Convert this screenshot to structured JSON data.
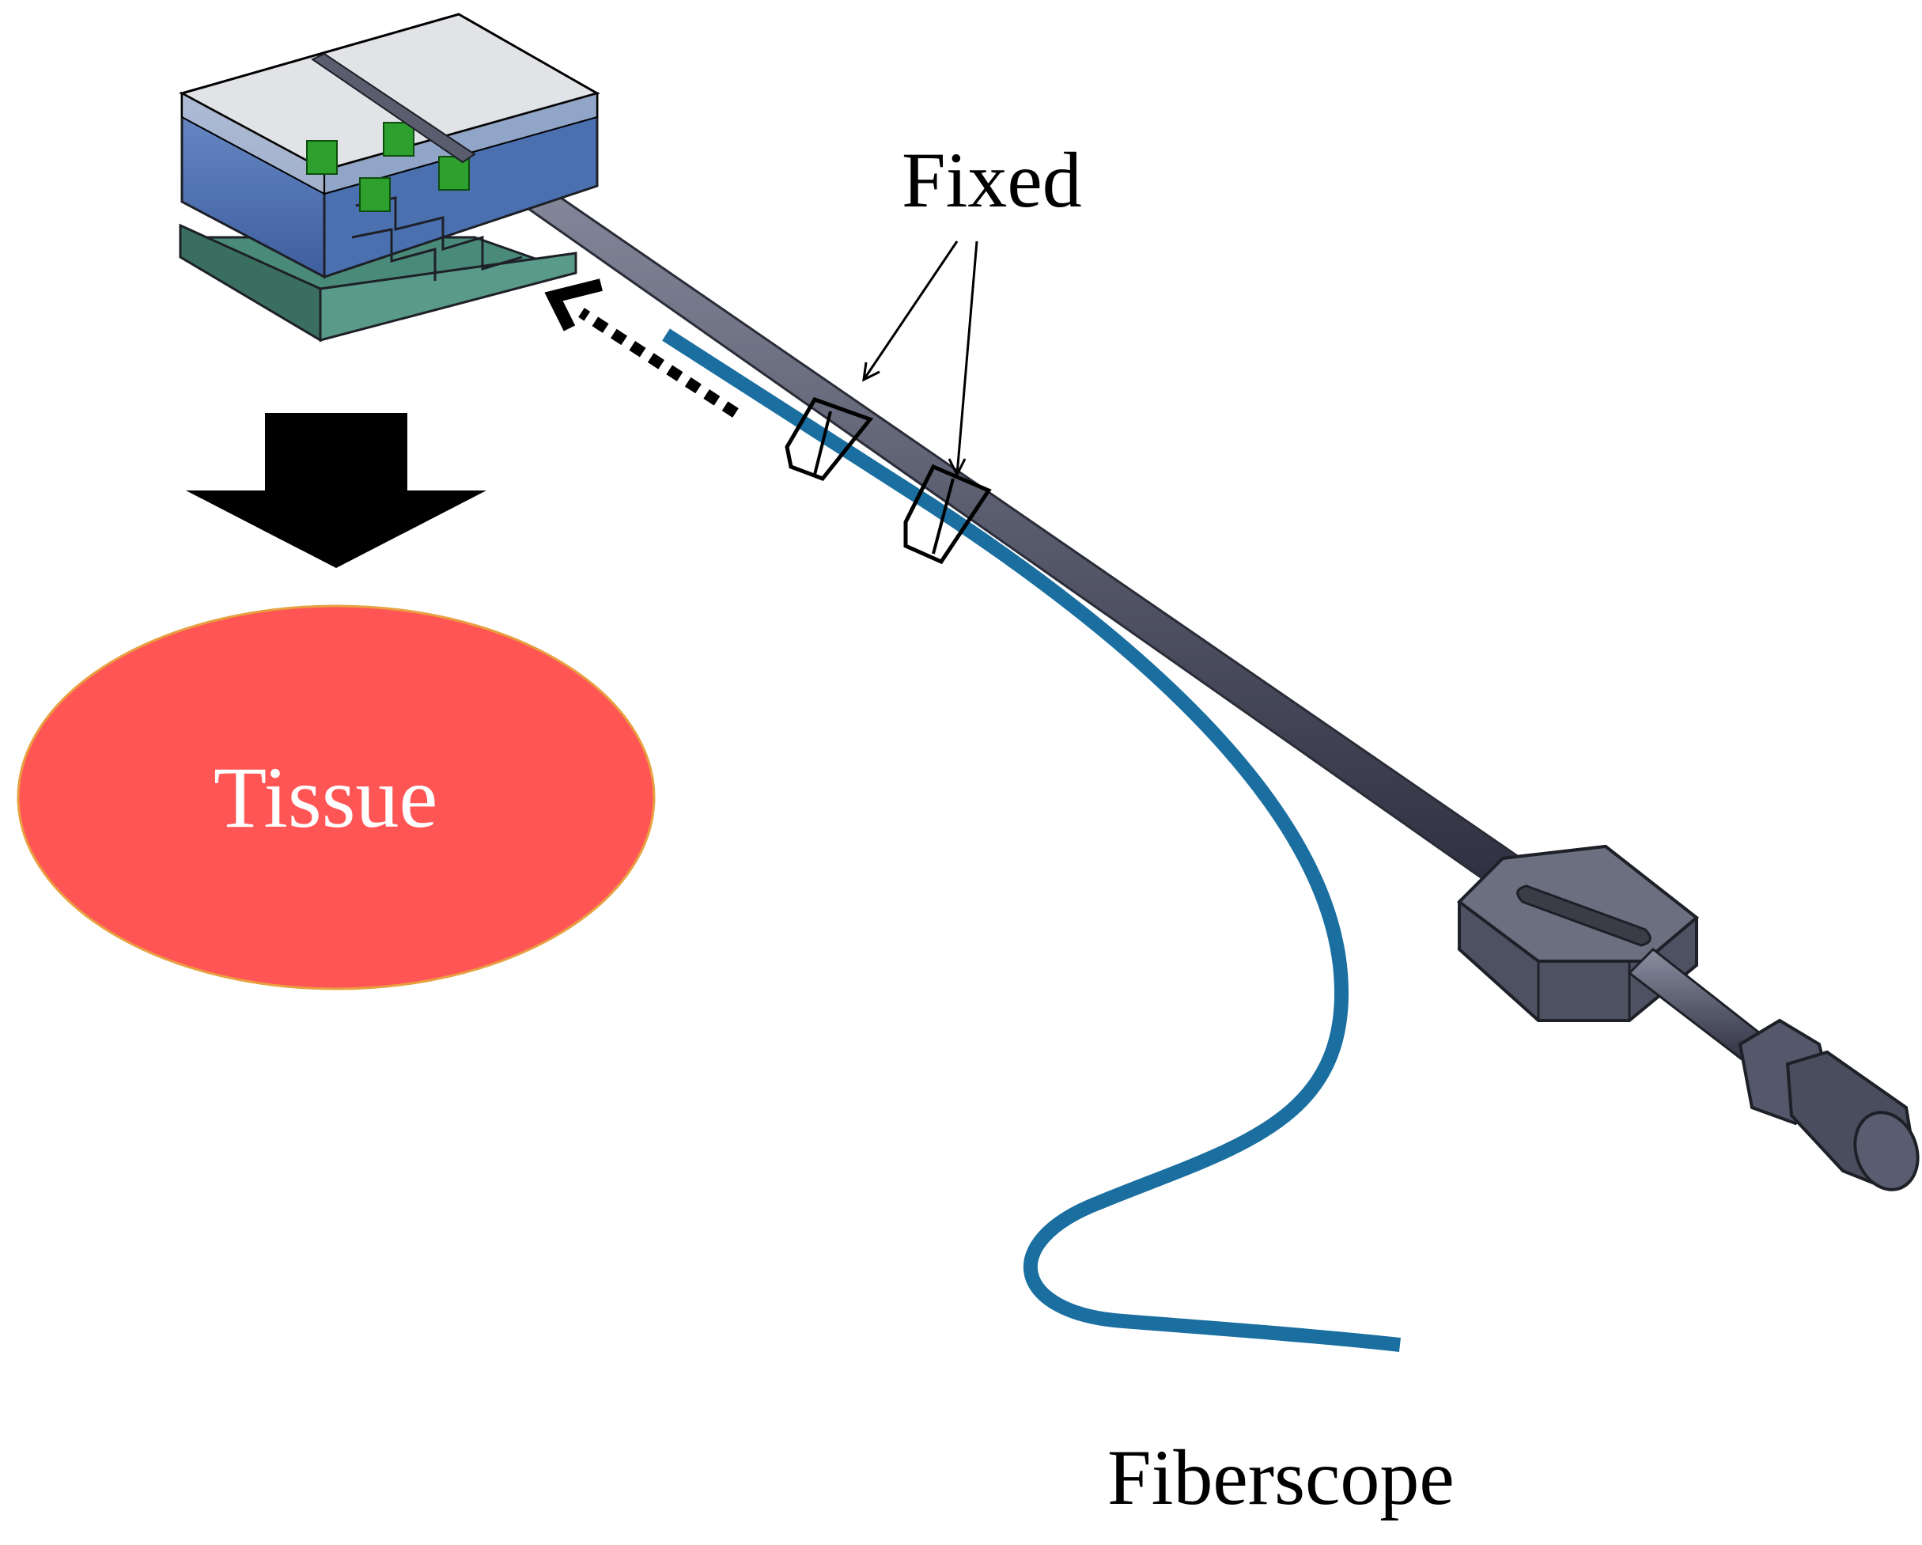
{
  "labels": {
    "fixed": "Fixed",
    "fiberscope": "Fiberscope",
    "tissue": "Tissue"
  },
  "colors": {
    "tissue_fill": "#ff5555",
    "tissue_stroke": "#e8a040",
    "fiberscope": "#1a6fa0",
    "shaft": "#5a5d6e",
    "handle": "#5f6272",
    "box_blue": "#4a70b0",
    "box_glass": "#c8ccd4",
    "base_green": "#4a8a78",
    "component_green": "#2ea02e",
    "arrow": "#000000"
  },
  "icons": {
    "down_arrow": "down-arrow-icon",
    "dotted_arrow": "dotted-arrow-icon"
  }
}
